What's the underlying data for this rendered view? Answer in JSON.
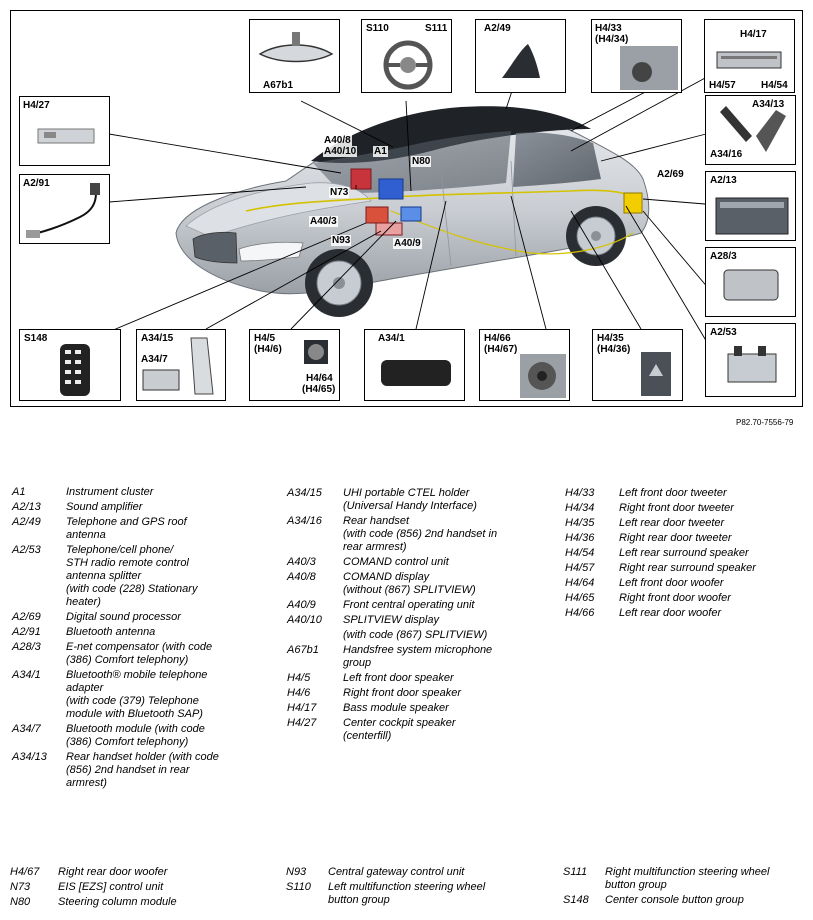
{
  "figure": {
    "id": "P82.70-7556-79",
    "callouts": {
      "h427": [
        "H4/27"
      ],
      "a291": [
        "A2/91"
      ],
      "a67b1": [
        "A67b1"
      ],
      "s110s111": [
        "S110",
        "S111"
      ],
      "a249": [
        "A2/49"
      ],
      "h433": [
        "H4/33",
        "(H4/34)"
      ],
      "h417": [
        "H4/17",
        "H4/57",
        "H4/54"
      ],
      "a3413": [
        "A34/13",
        "A34/16"
      ],
      "a213": [
        "A2/13"
      ],
      "a283": [
        "A28/3"
      ],
      "a253": [
        "A2/53"
      ],
      "s148": [
        "S148"
      ],
      "a3415": [
        "A34/15",
        "A34/7"
      ],
      "h45": [
        "H4/5",
        "(H4/6)",
        "H4/64",
        "(H4/65)"
      ],
      "a341": [
        "A34/1"
      ],
      "h466": [
        "H4/66",
        "(H4/67)"
      ],
      "h435": [
        "H4/35",
        "(H4/36)"
      ]
    },
    "part_labels": [
      "A40/8",
      "A40/10",
      "A1",
      "N80",
      "N73",
      "A40/3",
      "N93",
      "A40/9",
      "A2/69"
    ]
  },
  "legend": {
    "col1": [
      {
        "code": "A1",
        "desc": [
          "Instrument cluster"
        ]
      },
      {
        "code": "A2/13",
        "desc": [
          "Sound amplifier"
        ]
      },
      {
        "code": "A2/49",
        "desc": [
          "Telephone and GPS roof",
          "antenna"
        ]
      },
      {
        "code": "A2/53",
        "desc": [
          "Telephone/cell phone/",
          "STH radio remote control",
          "antenna splitter",
          "(with code (228) Stationary",
          "heater)"
        ]
      },
      {
        "code": "A2/69",
        "desc": [
          "Digital sound processor"
        ]
      },
      {
        "code": "A2/91",
        "desc": [
          "Bluetooth antenna"
        ]
      },
      {
        "code": "A28/3",
        "desc": [
          "E-net compensator (with code",
          "(386) Comfort telephony)"
        ]
      },
      {
        "code": "A34/1",
        "desc": [
          "Bluetooth® mobile telephone",
          "adapter",
          "(with code (379) Telephone",
          "module with Bluetooth SAP)"
        ]
      },
      {
        "code": "A34/7",
        "desc": [
          "Bluetooth module (with code",
          "(386) Comfort telephony)"
        ]
      },
      {
        "code": "A34/13",
        "desc": [
          "Rear handset holder (with code",
          "(856) 2nd handset in rear",
          "armrest)"
        ]
      }
    ],
    "col2": [
      {
        "code": "A34/15",
        "desc": [
          "UHI portable CTEL holder",
          "(Universal Handy Interface)"
        ]
      },
      {
        "code": "A34/16",
        "desc": [
          "Rear handset",
          " (with code (856) 2nd handset in",
          "rear armrest)"
        ]
      },
      {
        "code": "A40/3",
        "desc": [
          "COMAND control unit"
        ]
      },
      {
        "code": "A40/8",
        "desc": [
          "COMAND display",
          "(without (867) SPLITVIEW)"
        ]
      },
      {
        "code": "A40/9",
        "desc": [
          "Front central operating unit"
        ]
      },
      {
        "code": "A40/10",
        "desc": [
          "SPLITVIEW display"
        ]
      },
      {
        "code": "",
        "desc": [
          "(with code (867) SPLITVIEW)"
        ]
      },
      {
        "code": "A67b1",
        "desc": [
          "Handsfree system microphone",
          "group"
        ]
      },
      {
        "code": "H4/5",
        "desc": [
          "Left front door speaker"
        ]
      },
      {
        "code": "H4/6",
        "desc": [
          "Right front door speaker"
        ]
      },
      {
        "code": "H4/17",
        "desc": [
          "Bass module speaker"
        ]
      },
      {
        "code": "H4/27",
        "desc": [
          "Center cockpit speaker",
          "(centerfill)"
        ]
      }
    ],
    "col3": [
      {
        "code": "H4/33",
        "desc": [
          "Left front door tweeter"
        ]
      },
      {
        "code": "H4/34",
        "desc": [
          "Right front door tweeter"
        ]
      },
      {
        "code": "H4/35",
        "desc": [
          "Left rear door tweeter"
        ]
      },
      {
        "code": "H4/36",
        "desc": [
          "Right rear door tweeter"
        ]
      },
      {
        "code": "H4/54",
        "desc": [
          "Left rear surround speaker"
        ]
      },
      {
        "code": "H4/57",
        "desc": [
          "Right rear surround speaker"
        ]
      },
      {
        "code": "H4/64",
        "desc": [
          "Left front door woofer"
        ]
      },
      {
        "code": "H4/65",
        "desc": [
          "Right front door woofer"
        ]
      },
      {
        "code": "H4/66",
        "desc": [
          "Left rear door woofer"
        ]
      }
    ],
    "bottom1": [
      {
        "code": "H4/67",
        "desc": [
          "Right rear door woofer"
        ]
      },
      {
        "code": "N73",
        "desc": [
          "EIS [EZS] control unit"
        ]
      },
      {
        "code": "N80",
        "desc": [
          "Steering column module"
        ]
      }
    ],
    "bottom2": [
      {
        "code": "N93",
        "desc": [
          "Central gateway control unit"
        ]
      },
      {
        "code": "S110",
        "desc": [
          "Left multifunction steering wheel",
          "button group"
        ]
      }
    ],
    "bottom3": [
      {
        "code": "S111",
        "desc": [
          "Right multifunction steering wheel",
          "button group"
        ]
      },
      {
        "code": "S148",
        "desc": [
          "Center console button group"
        ]
      }
    ]
  }
}
